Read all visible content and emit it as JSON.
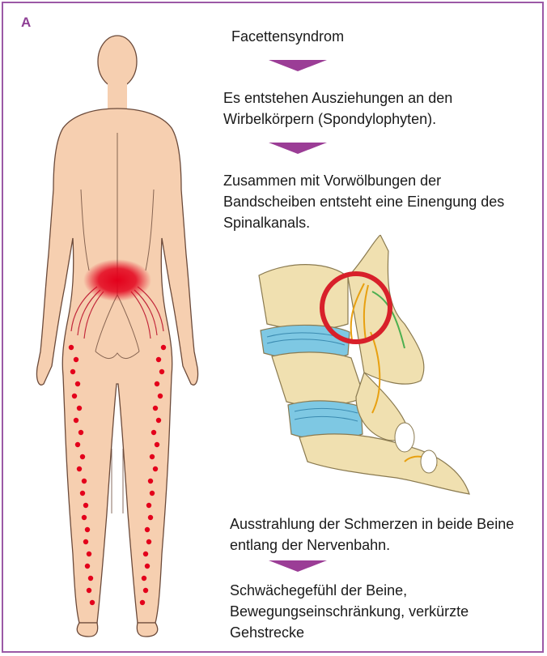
{
  "panel_label": "A",
  "steps": [
    {
      "text": "Facettensyndrom"
    },
    {
      "text": "Es entstehen Ausziehungen an den Wirbelkörpern (Spondylophyten)."
    },
    {
      "text": "Zusammen mit Vorwölbungen der Bandscheiben entsteht eine Einengung des Spinalkanals."
    },
    {
      "text": "Ausstrahlung der Schmerzen in beide Beine entlang der Nervenbahn."
    },
    {
      "text": "Schwächegefühl der Beine, Bewegungseinschränkung, verkürzte Gehstrecke"
    }
  ],
  "colors": {
    "frame": "#9b59a6",
    "arrow": "#9b3d96",
    "skin": "#f6cfb0",
    "skin_outline": "#6b4a3a",
    "pain": "#e3001b",
    "bone": "#f0e0b0",
    "disc": "#7ec8e3",
    "nerve": "#e8a010",
    "highlight_circle": "#d8202a"
  },
  "icons": {
    "body": "human-back-figure-icon",
    "spine": "lumbar-spine-cross-section-icon"
  }
}
